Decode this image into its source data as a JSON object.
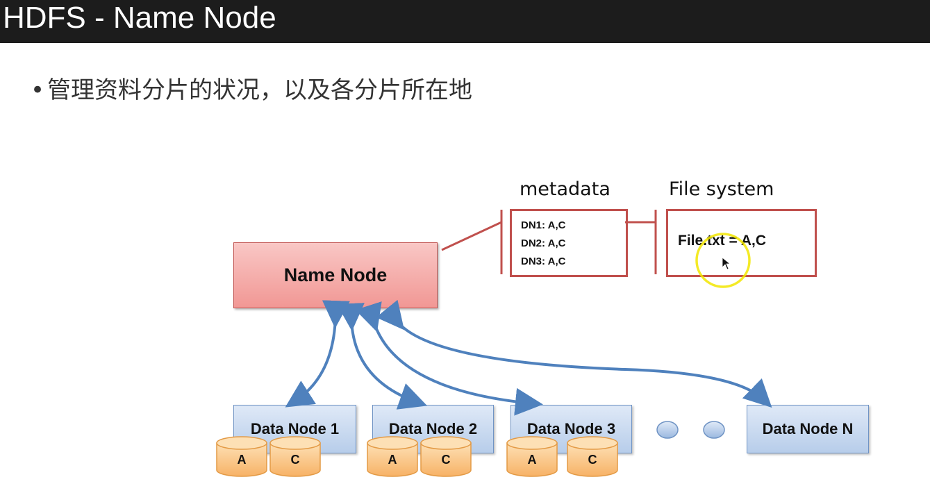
{
  "title": "HDFS - Name Node",
  "bullet": "管理资料分片的状况，以及各分片所在地",
  "metadata": {
    "heading": "metadata",
    "lines": [
      "DN1: A,C",
      "DN2: A,C",
      "DN3: A,C"
    ]
  },
  "file_system": {
    "heading": "File system",
    "content": "File.txt = A,C"
  },
  "name_node": {
    "label": "Name Node"
  },
  "data_nodes": [
    {
      "label": "Data Node 1",
      "blocks": [
        "A",
        "C"
      ]
    },
    {
      "label": "Data Node 2",
      "blocks": [
        "A",
        "C"
      ]
    },
    {
      "label": "Data Node 3",
      "blocks": [
        "A",
        "C"
      ]
    },
    {
      "label": "Data Node N",
      "blocks": []
    }
  ],
  "colors": {
    "title_bar": "#1c1c1c",
    "name_node_fill": "#f19794",
    "border_red": "#c0504d",
    "data_node_fill": "#b7cdea",
    "arrow_blue": "#4f81bd",
    "block_fill": "#fbc78a",
    "highlight_cursor": "#f2e600"
  }
}
